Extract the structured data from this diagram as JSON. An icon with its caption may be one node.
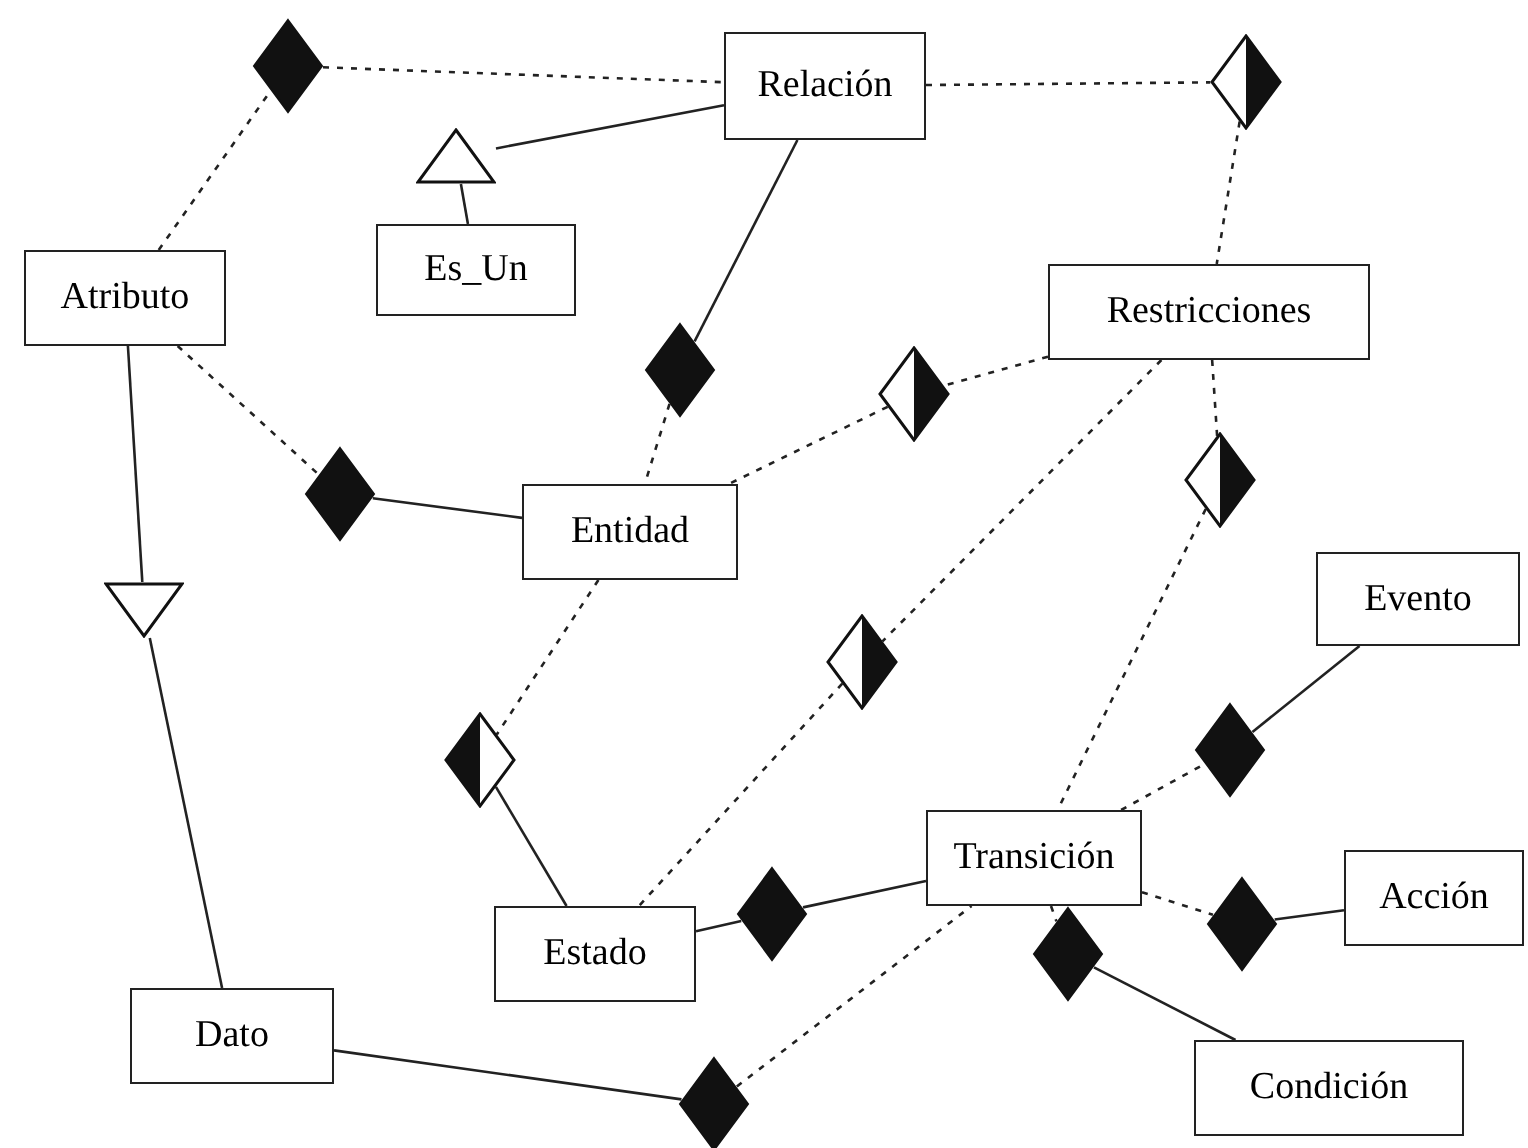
{
  "diagram": {
    "nodes": [
      {
        "text": [
          "Relación"
        ]
      },
      {
        "text": [
          "Es_Un"
        ]
      },
      {
        "text": [
          "Atributo"
        ]
      },
      {
        "text": [
          "Restricciones"
        ]
      },
      {
        "text": [
          "Entidad"
        ]
      },
      {
        "text": [
          "Evento"
        ]
      },
      {
        "text": [
          "Transición"
        ]
      },
      {
        "text": [
          "Estado"
        ]
      },
      {
        "text": [
          "Acción"
        ]
      },
      {
        "text": [
          "Dato"
        ]
      },
      {
        "text": [
          "Condición"
        ]
      },
      {
        "text": [],
        "shape": "diamond"
      },
      {
        "text": [],
        "shape": "half-diamond"
      },
      {
        "text": [],
        "shape": "triangle"
      },
      {
        "text": [],
        "shape": "diamond"
      },
      {
        "text": [],
        "shape": "diamond"
      },
      {
        "text": [],
        "shape": "half-diamond"
      },
      {
        "text": [],
        "shape": "half-diamond"
      },
      {
        "text": [],
        "shape": "triangle"
      },
      {
        "text": [],
        "shape": "half-diamond"
      },
      {
        "text": [],
        "shape": "half-diamond"
      },
      {
        "text": [],
        "shape": "diamond"
      },
      {
        "text": [],
        "shape": "diamond"
      },
      {
        "text": [],
        "shape": "diamond"
      },
      {
        "text": [],
        "shape": "diamond"
      },
      {
        "text": [],
        "shape": "diamond"
      }
    ],
    "edges": [
      {
        "from": 2,
        "to": 11,
        "arrow": "none",
        "style": "dashed"
      },
      {
        "from": 11,
        "to": 0,
        "arrow": "none",
        "style": "dashed"
      },
      {
        "from": 0,
        "to": 12,
        "arrow": "none",
        "style": "dashed"
      },
      {
        "from": 12,
        "to": 3,
        "arrow": "none",
        "style": "dashed"
      },
      {
        "from": 1,
        "to": 13,
        "arrow": "none"
      },
      {
        "from": 13,
        "to": 0,
        "arrow": "none"
      },
      {
        "from": 0,
        "to": 14,
        "arrow": "none"
      },
      {
        "from": 14,
        "to": 4,
        "arrow": "none",
        "style": "dashed"
      },
      {
        "from": 2,
        "to": 15,
        "arrow": "none",
        "style": "dashed"
      },
      {
        "from": 15,
        "to": 4,
        "arrow": "none"
      },
      {
        "from": 3,
        "to": 16,
        "arrow": "none",
        "style": "dashed"
      },
      {
        "from": 16,
        "to": 4,
        "arrow": "none",
        "style": "dashed"
      },
      {
        "from": 3,
        "to": 17,
        "arrow": "none",
        "style": "dashed"
      },
      {
        "from": 17,
        "to": 6,
        "arrow": "none",
        "style": "dashed"
      },
      {
        "from": 2,
        "to": 18,
        "arrow": "none"
      },
      {
        "from": 18,
        "to": 9,
        "arrow": "none"
      },
      {
        "from": 3,
        "to": 19,
        "arrow": "none",
        "style": "dashed"
      },
      {
        "from": 19,
        "to": 7,
        "arrow": "none",
        "style": "dashed"
      },
      {
        "from": 4,
        "to": 20,
        "arrow": "none",
        "style": "dashed"
      },
      {
        "from": 20,
        "to": 7,
        "arrow": "none"
      },
      {
        "from": 7,
        "to": 21,
        "arrow": "none"
      },
      {
        "from": 21,
        "to": 6,
        "arrow": "none"
      },
      {
        "from": 6,
        "to": 22,
        "arrow": "none",
        "style": "dashed"
      },
      {
        "from": 22,
        "to": 5,
        "arrow": "none"
      },
      {
        "from": 6,
        "to": 24,
        "arrow": "none",
        "style": "dashed"
      },
      {
        "from": 24,
        "to": 8,
        "arrow": "none"
      },
      {
        "from": 6,
        "to": 25,
        "arrow": "none",
        "style": "dashed"
      },
      {
        "from": 25,
        "to": 10,
        "arrow": "none"
      },
      {
        "from": 9,
        "to": 23,
        "arrow": "none"
      },
      {
        "from": 23,
        "to": 6,
        "arrow": "none",
        "style": "dashed"
      }
    ]
  }
}
